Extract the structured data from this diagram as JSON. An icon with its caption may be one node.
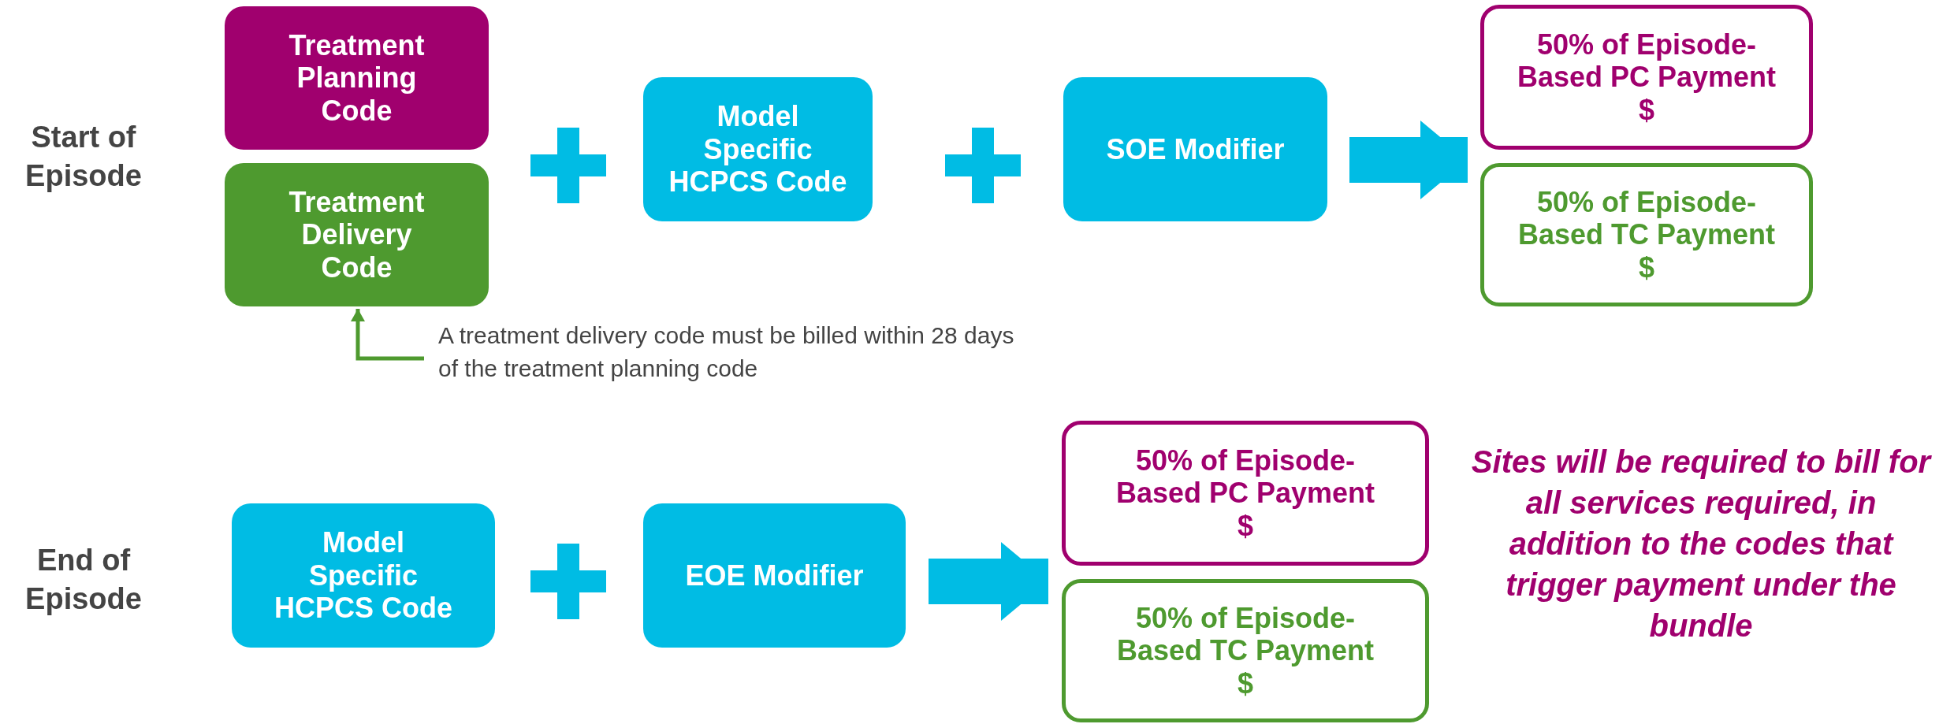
{
  "diagram": {
    "nodes": [
      {
        "text": [
          "Treatment Planning Code"
        ]
      },
      {
        "text": [
          "Treatment Delivery Code"
        ]
      },
      {
        "text": [
          "Model Specific HCPCS Code"
        ]
      },
      {
        "text": [
          "SOE Modifier"
        ]
      },
      {
        "text": [
          "50% of Episode-Based PC Payment",
          "$"
        ]
      },
      {
        "text": [
          "50% of Episode-Based TC Payment",
          "$"
        ]
      },
      {
        "text": [
          "A treatment delivery code must be billed within 28 days of the treatment planning code"
        ]
      },
      {
        "text": [
          "Model Specific HCPCS Code"
        ]
      },
      {
        "text": [
          "EOE Modifier"
        ]
      },
      {
        "text": [
          "50% of Episode-Based PC Payment",
          "$"
        ]
      },
      {
        "text": [
          "50% of Episode-Based TC Payment",
          "$"
        ]
      }
    ],
    "edges": [
      {
        "from": 3,
        "to": 4,
        "arrow": "to"
      },
      {
        "from": 3,
        "to": 5,
        "arrow": "to"
      },
      {
        "from": 6,
        "to": 1,
        "arrow": "to",
        "color": "#4e9a2f"
      },
      {
        "from": 8,
        "to": 9,
        "arrow": "to"
      },
      {
        "from": 8,
        "to": 10,
        "arrow": "to"
      }
    ],
    "labels": [
      "Start of Episode",
      "End of Episode",
      "Sites will be required to bill for all services required, in addition to the codes that trigger payment under the bundle"
    ]
  }
}
